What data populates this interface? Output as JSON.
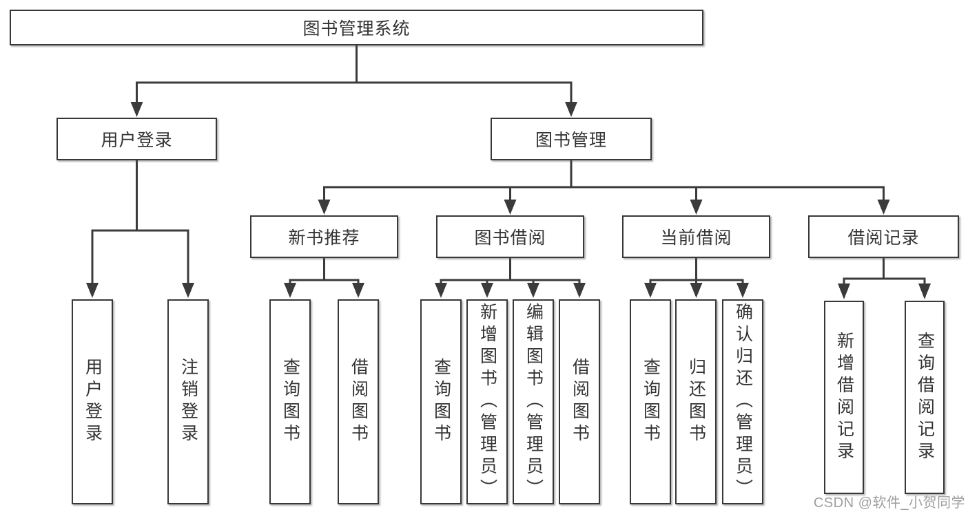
{
  "tree": {
    "root": {
      "label": "图书管理系统"
    },
    "branches": [
      {
        "label": "用户登录",
        "children": [
          {
            "label": "用户登录"
          },
          {
            "label": "注销登录"
          }
        ]
      },
      {
        "label": "图书管理",
        "sections": [
          {
            "label": "新书推荐",
            "children": [
              {
                "label": "查询图书"
              },
              {
                "label": "借阅图书"
              }
            ]
          },
          {
            "label": "图书借阅",
            "children": [
              {
                "label": "查询图书"
              },
              {
                "label": "新增图书（管理员）"
              },
              {
                "label": "编辑图书（管理员）"
              },
              {
                "label": "借阅图书"
              }
            ]
          },
          {
            "label": "当前借阅",
            "children": [
              {
                "label": "查询图书"
              },
              {
                "label": "归还图书"
              },
              {
                "label": "确认归还（管理员）"
              }
            ]
          },
          {
            "label": "借阅记录",
            "children": [
              {
                "label": "新增借阅记录"
              },
              {
                "label": "查询借阅记录"
              }
            ]
          }
        ]
      }
    ]
  },
  "watermark": {
    "text": "CSDN @软件_小贺同学"
  },
  "colors": {
    "line": "#3b3b3b",
    "box_border": "#383838",
    "box_fill": "#ffffff",
    "text": "#333333",
    "watermark": "#9e9e9e",
    "background": "#ffffff"
  }
}
